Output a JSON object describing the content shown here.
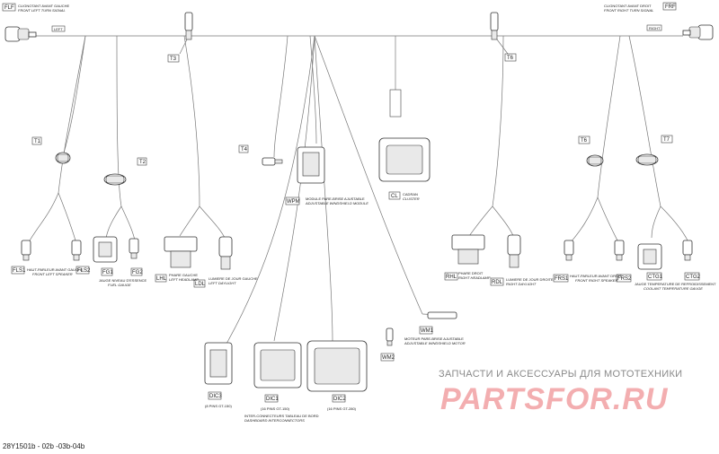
{
  "labels": {
    "FLF": "FLF",
    "FRF": "FRF",
    "LEFT": "LEFT",
    "RIGHT": "RIGHT",
    "T1": "T1",
    "T2": "T2",
    "T3": "T3",
    "T4": "T4",
    "T6a": "T6",
    "T6b": "T6",
    "T7": "T7",
    "FLS1": "FLS1",
    "FLS2": "FLS2",
    "FG1": "FG1",
    "FG2": "FG2",
    "LHL": "LHL",
    "LDL": "LDL",
    "WPM": "WPM",
    "CL": "CL",
    "RHL": "RHL",
    "RDL": "RDL",
    "FRS1": "FRS1",
    "FRS2": "FRS2",
    "CTG1": "CTG1",
    "CTG2": "CTG2",
    "WM1": "WM1",
    "WM2": "WM2",
    "DIC1": "DIC1",
    "DIC2": "DIC2",
    "DIC3": "DIC3"
  },
  "captions": {
    "flf_fr": "CLIGNOTANT AVANT GAUCHE",
    "flf_en": "FRONT LEFT TURN SIGNAL",
    "frf_fr": "CLIGNOTANT AVANT DROIT",
    "frf_en": "FRONT RIGHT TURN SIGNAL",
    "fls_fr": "HAUT-PARLEUR AVANT GAUCHE",
    "fls_en": "FRONT LEFT SPEAKER",
    "fg_fr": "JAUGE NIVEAU D'ESSENCE",
    "fg_en": "FUEL GAUGE",
    "lhl_fr": "PHARE GAUCHE",
    "lhl_en": "LEFT HEADLAMP",
    "ldl_fr": "LUMIERE DE JOUR GAUCHE",
    "ldl_en": "LEFT DAYLIGHT",
    "wpm_fr": "MODULE PARE-BRISE AJUSTABLE",
    "wpm_en": "ADJUSTABLE WINDSHIELD MODULE",
    "cl_fr": "CADRAN",
    "cl_en": "CLUSTER",
    "rhl_fr": "PHARE DROIT",
    "rhl_en": "RIGHT HEADLAMP",
    "rdl_fr": "LUMIERE DE JOUR DROITE",
    "rdl_en": "RIGHT DAYLIGHT",
    "frs_fr": "HAUT-PARLEUR AVANT DROIT",
    "frs_en": "FRONT RIGHT SPEAKER",
    "ctg_fr": "JAUGE TEMPERATURE DE REFROIDISSEMENT",
    "ctg_en": "COOLANT TEMPERATURE GAUGE",
    "wm_fr": "MOTEUR PARE-BRISE AJUSTABLE",
    "wm_en": "ADJUSTABLE WINDSHIELD MOTOR",
    "dic3_pins": "(8 PINS GT-150)",
    "dic1_pins": "(16 PINS GT-150)",
    "dic2_pins": "(16 PINS GT-280)",
    "dic_fr": "INTER-CONNECTEURS TABLEAU DE BORD",
    "dic_en": "DASHBOARD INTERCONNECTORS"
  },
  "watermark": {
    "line": "ЗАПЧАСТИ И АКСЕССУАРЫ ДЛЯ МОТОТЕХНИКИ",
    "brand": "PARTSFOR.RU"
  },
  "doc_id": "28Y1501b - 02b -03b-04b",
  "colors": {
    "watermark_brand": "#f3aeb0",
    "line": "#777777"
  }
}
